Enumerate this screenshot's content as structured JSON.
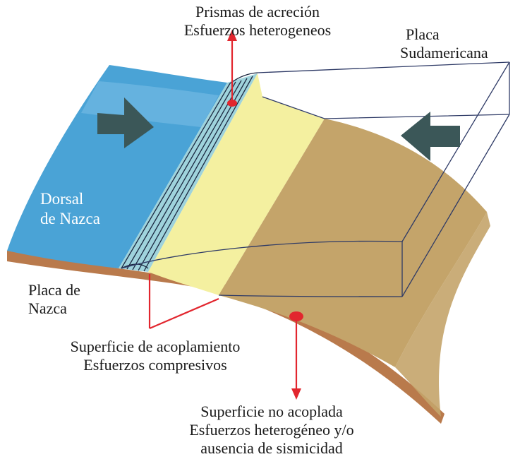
{
  "labels": {
    "accretion_line1": "Prismas de acreción",
    "accretion_line2": "Esfuerzos heterogeneos",
    "south_plate_line1": "Placa",
    "south_plate_line2": "Sudamericana",
    "ridge_line1": "Dorsal",
    "ridge_line2": "de Nazca",
    "nazca_plate_line1": "Placa de",
    "nazca_plate_line2": "Nazca",
    "coupling_line1": "Superficie de acoplamiento",
    "coupling_line2": "Esfuerzos compresivos",
    "uncoupled_line1": "Superficie no acoplada",
    "uncoupled_line2": "Esfuerzos heterogéneo y/o",
    "uncoupled_line3": "ausencia de sismicidad"
  },
  "colors": {
    "ocean": "#4aa3d6",
    "ocean_light": "#8cc9ec",
    "trench": "#9fd3dc",
    "coupled_zone": "#f4f0a0",
    "continent": "#c4a46a",
    "crust_edge": "#b97a4c",
    "arrow": "#3b5758",
    "marker": "#e2262e",
    "outline": "#2e3a66"
  },
  "icons": {
    "left_arrow": "convergence-arrow-right",
    "right_arrow": "convergence-arrow-left"
  }
}
